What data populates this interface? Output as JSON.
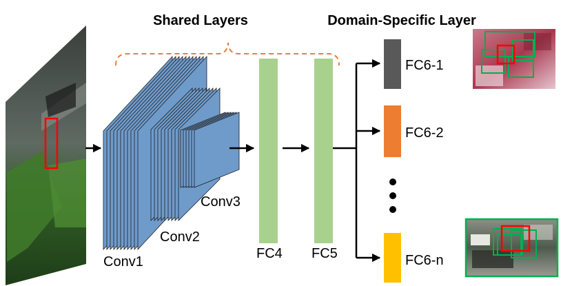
{
  "headings": {
    "shared": "Shared Layers",
    "domain": "Domain-Specific Layer"
  },
  "layers": {
    "conv1": "Conv1",
    "conv2": "Conv2",
    "conv3": "Conv3",
    "fc4": "FC4",
    "fc5": "FC5"
  },
  "branches": [
    {
      "label": "FC6-1",
      "color": "#595959"
    },
    {
      "label": "FC6-2",
      "color": "#ED7D31"
    },
    {
      "label": "FC6-n",
      "color": "#FFC000"
    }
  ],
  "colors": {
    "conv": "#6F9BCB",
    "fc": "#A9D18E",
    "brace": "#ED7D31",
    "box_target": "#FF0000",
    "box_candidate": "#00B050"
  }
}
